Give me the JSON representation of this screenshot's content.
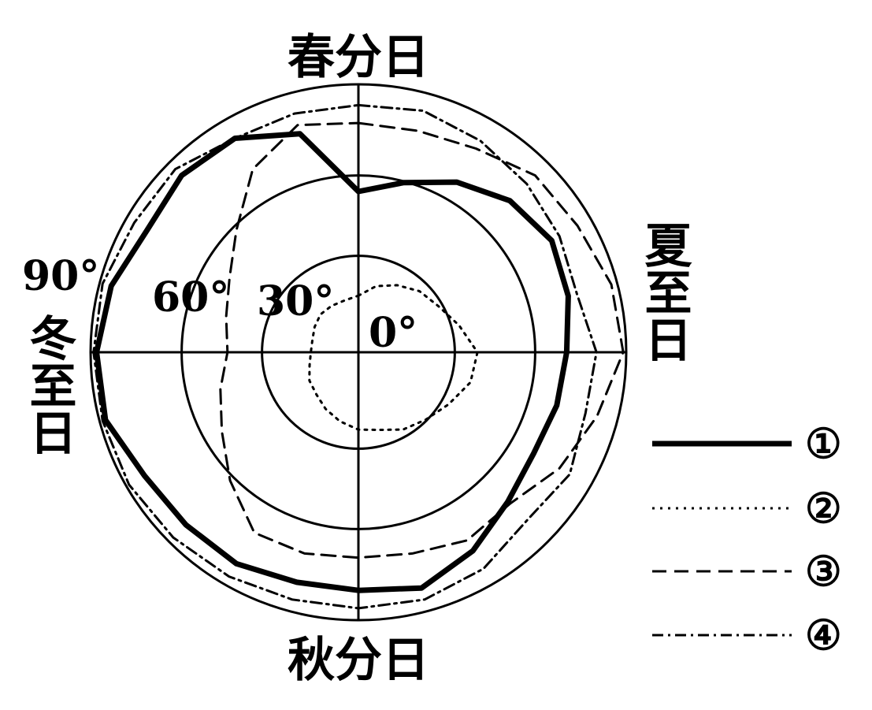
{
  "chart_data": {
    "type": "polar-line",
    "angular_labels": {
      "top": "春分日",
      "right": "夏至日",
      "bottom": "秋分日",
      "left": "冬至日"
    },
    "radial_ticks": [
      {
        "value": 0,
        "label": "0°"
      },
      {
        "value": 30,
        "label": "30°"
      },
      {
        "value": 60,
        "label": "60°"
      },
      {
        "value": 90,
        "label": "90°"
      }
    ],
    "rlim": [
      0,
      90
    ],
    "series": [
      {
        "name": "①",
        "style": "solid-thick",
        "points": [
          [
            0,
            54
          ],
          [
            15,
            59
          ],
          [
            30,
            66
          ],
          [
            45,
            72
          ],
          [
            60,
            75
          ],
          [
            75,
            73
          ],
          [
            90,
            70
          ],
          [
            105,
            69
          ],
          [
            120,
            68
          ],
          [
            135,
            71
          ],
          [
            150,
            77
          ],
          [
            165,
            82
          ],
          [
            180,
            80
          ],
          [
            195,
            80
          ],
          [
            210,
            82
          ],
          [
            225,
            82
          ],
          [
            240,
            83
          ],
          [
            255,
            88
          ],
          [
            270,
            88
          ],
          [
            285,
            86
          ],
          [
            300,
            82
          ],
          [
            315,
            84
          ],
          [
            330,
            83
          ],
          [
            345,
            76
          ]
        ]
      },
      {
        "name": "②",
        "style": "dotted",
        "points": [
          [
            0,
            19
          ],
          [
            15,
            23
          ],
          [
            30,
            26
          ],
          [
            45,
            29
          ],
          [
            60,
            31
          ],
          [
            75,
            35
          ],
          [
            90,
            40
          ],
          [
            105,
            39
          ],
          [
            120,
            35
          ],
          [
            135,
            32
          ],
          [
            150,
            30
          ],
          [
            165,
            27
          ],
          [
            180,
            26
          ],
          [
            195,
            24
          ],
          [
            210,
            22
          ],
          [
            225,
            20
          ],
          [
            240,
            19
          ],
          [
            255,
            17
          ],
          [
            270,
            16
          ],
          [
            285,
            16
          ],
          [
            300,
            17
          ],
          [
            315,
            18
          ],
          [
            330,
            18
          ],
          [
            345,
            18
          ]
        ]
      },
      {
        "name": "③",
        "style": "dashed",
        "points": [
          [
            0,
            77
          ],
          [
            15,
            77
          ],
          [
            30,
            79
          ],
          [
            45,
            84
          ],
          [
            60,
            85
          ],
          [
            75,
            88
          ],
          [
            90,
            89
          ],
          [
            105,
            83
          ],
          [
            120,
            78
          ],
          [
            135,
            72
          ],
          [
            150,
            73
          ],
          [
            165,
            70
          ],
          [
            180,
            69
          ],
          [
            195,
            70
          ],
          [
            210,
            70
          ],
          [
            225,
            61
          ],
          [
            240,
            53
          ],
          [
            255,
            48
          ],
          [
            270,
            44
          ],
          [
            285,
            46
          ],
          [
            300,
            50
          ],
          [
            315,
            58
          ],
          [
            330,
            71
          ],
          [
            345,
            79
          ]
        ]
      },
      {
        "name": "④",
        "style": "dashdot",
        "points": [
          [
            0,
            83
          ],
          [
            15,
            84
          ],
          [
            30,
            82
          ],
          [
            45,
            80
          ],
          [
            60,
            78
          ],
          [
            75,
            76
          ],
          [
            90,
            80
          ],
          [
            105,
            79
          ],
          [
            120,
            82
          ],
          [
            135,
            80
          ],
          [
            150,
            84
          ],
          [
            165,
            86
          ],
          [
            180,
            86
          ],
          [
            195,
            86
          ],
          [
            210,
            87
          ],
          [
            225,
            88
          ],
          [
            240,
            89
          ],
          [
            255,
            89
          ],
          [
            270,
            89
          ],
          [
            285,
            89
          ],
          [
            300,
            87
          ],
          [
            315,
            87
          ],
          [
            330,
            83
          ],
          [
            345,
            83
          ]
        ]
      }
    ]
  }
}
